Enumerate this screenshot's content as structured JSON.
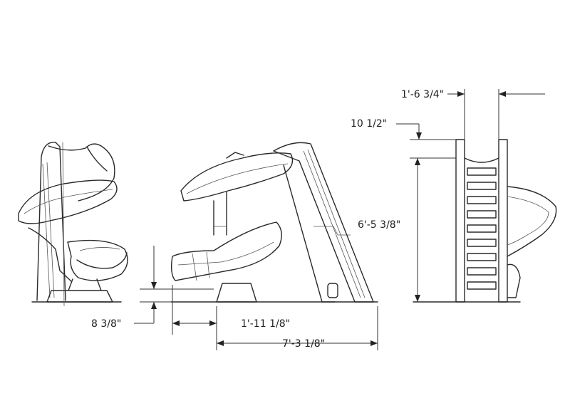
{
  "dimensions": {
    "width_top": "1'-6 3/4\"",
    "top_offset": "10 1/2\"",
    "height": "6'-5 3/8\"",
    "exit_height": "8 3/8\"",
    "exit_length": "1'-11 1/8\"",
    "overall_length": "7'-3 1/8\""
  },
  "colors": {
    "line": "#2a2a2a",
    "text": "#222222",
    "background": "#ffffff"
  }
}
